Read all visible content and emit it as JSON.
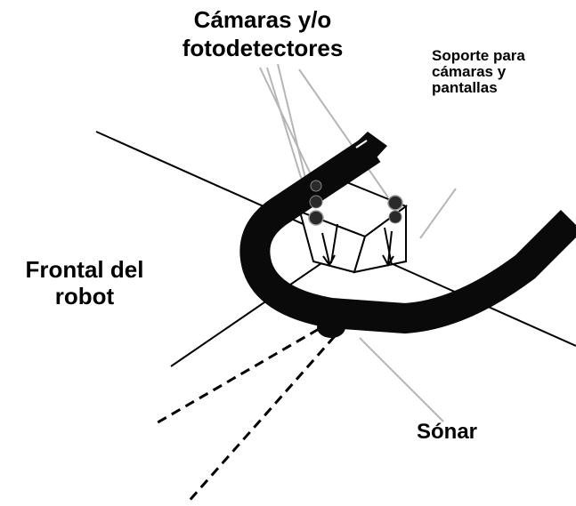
{
  "labels": {
    "camaras_line1": "Cámaras y/o",
    "camaras_line2": "fotodetectores",
    "soporte_line1": "Soporte para",
    "soporte_line2": "cámaras y",
    "soporte_line3": "pantallas",
    "frontal_line1": "Frontal del",
    "frontal_line2": "robot",
    "sonar": "Sónar"
  },
  "colors": {
    "tube": "#0a0a0a",
    "outline": "#000000",
    "leader": "#b5b5b5",
    "background": "#ffffff"
  }
}
